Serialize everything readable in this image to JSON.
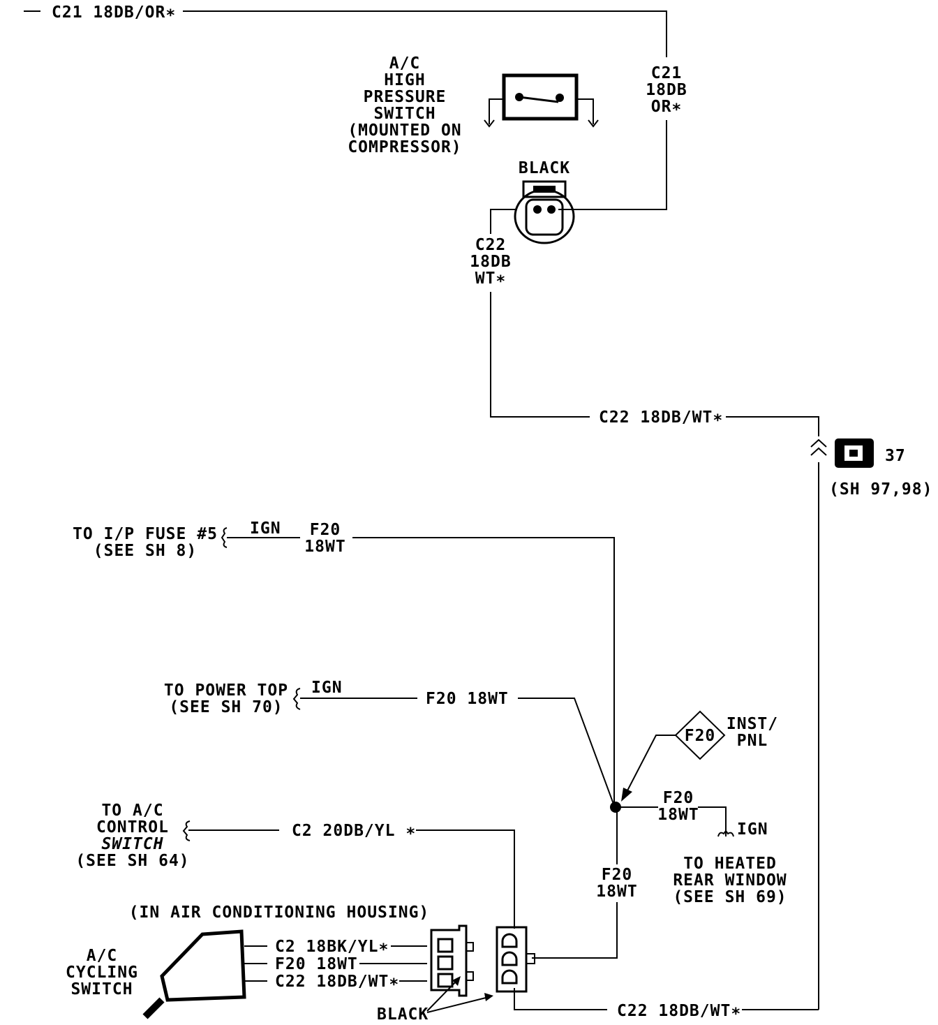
{
  "wires": {
    "c21_top": "C21 18DB/OR∗",
    "c21_vert": [
      "C21",
      "18DB",
      "OR∗"
    ],
    "c22_vert": [
      "C22",
      "18DB",
      "WT∗"
    ],
    "c22_mid": "C22 18DB/WT∗",
    "f20_fuse": [
      "F20",
      "18WT"
    ],
    "f20_power_top": "F20 18WT",
    "f20_splice_right": [
      "F20",
      "18WT"
    ],
    "f20_splice_down": [
      "F20",
      "18WT"
    ],
    "c2_ac_control": "C2 20DB/YL ∗",
    "c22_bottom": "C22 18DB/WT∗"
  },
  "components": {
    "high_pressure_switch": [
      "A/C",
      "HIGH",
      "PRESSURE",
      "SWITCH",
      "(MOUNTED ON",
      "COMPRESSOR)"
    ],
    "connector_color_top": "BLACK",
    "connector_color_bottom": "BLACK",
    "ground_ref": {
      "number": "37",
      "sheet": "(SH 97,98)"
    },
    "splice_diamond": {
      "label": "F20",
      "location": [
        "INST/",
        "PNL"
      ]
    },
    "cycling_switch": [
      "A/C",
      "CYCLING",
      "SWITCH"
    ],
    "housing_note": "(IN AIR CONDITIONING HOUSING)",
    "cycling_pins": [
      "C2 18BK/YL∗",
      "F20 18WT",
      "C22 18DB/WT∗"
    ]
  },
  "references": {
    "ip_fuse": [
      "TO I/P FUSE #5",
      "(SEE SH 8)"
    ],
    "power_top": [
      "TO POWER TOP",
      "(SEE SH 70)"
    ],
    "ac_control": [
      "TO A/C",
      "CONTROL",
      "SWITCH",
      "(SEE SH 64)"
    ],
    "heated_rear": [
      "TO HEATED",
      "REAR WINDOW",
      "(SEE SH 69)"
    ],
    "ign_label": "IGN"
  }
}
